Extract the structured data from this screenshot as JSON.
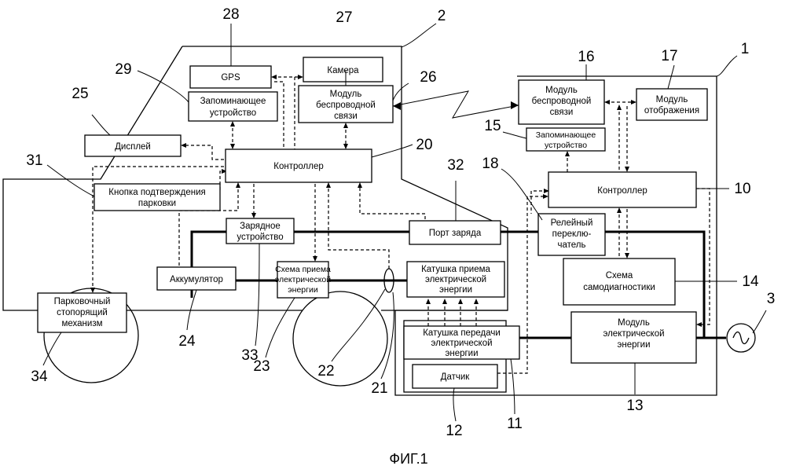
{
  "boxes": {
    "gps": "GPS",
    "camera": "Камера",
    "memory_vehicle": [
      "Запоминающее",
      "устройство"
    ],
    "wireless_vehicle": [
      "Модуль",
      "беспроводной",
      "связи"
    ],
    "display": "Дисплей",
    "controller_vehicle": "Контроллер",
    "parking_button": [
      "Кнопка подтверждения",
      "парковки"
    ],
    "charger": [
      "Зарядное",
      "устройство"
    ],
    "charge_port": "Порт заряда",
    "battery": "Аккумулятор",
    "receiving_circuit": [
      "Схема приема",
      "электрической",
      "энергии"
    ],
    "receiving_coil": [
      "Катушка приема",
      "электрической",
      "энергии"
    ],
    "parking_lock": [
      "Парковочный",
      "стопорящий",
      "механизм"
    ],
    "wireless_ground": [
      "Модуль",
      "беспроводной",
      "связи"
    ],
    "display_module": [
      "Модуль",
      "отображения"
    ],
    "memory_ground": [
      "Запоминающее",
      "устройство"
    ],
    "controller_ground": "Контроллер",
    "relay": [
      "Релейный",
      "переклю-",
      "чатель"
    ],
    "self_diagnosis": [
      "Схема",
      "самодиагностики"
    ],
    "power_module": [
      "Модуль",
      "электрической",
      "энергии"
    ],
    "transmitting_coil": [
      "Катушка передачи",
      "электрической",
      "энергии"
    ],
    "sensor": "Датчик"
  },
  "numbers": [
    "1",
    "2",
    "3",
    "10",
    "11",
    "12",
    "13",
    "14",
    "15",
    "16",
    "17",
    "18",
    "20",
    "21",
    "22",
    "23",
    "24",
    "25",
    "26",
    "27",
    "28",
    "29",
    "31",
    "32",
    "33",
    "34"
  ],
  "figure_caption": "ФИГ.1"
}
